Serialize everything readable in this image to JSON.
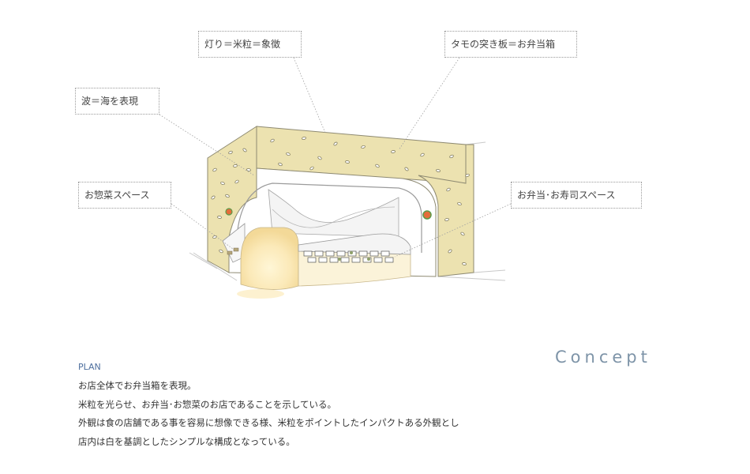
{
  "callouts": {
    "light_rice": "灯り＝米粒＝象徴",
    "tamo_board": "タモの突き板＝お弁当箱",
    "wave_sea": "波＝海を表現",
    "deli_space": "お惣菜スペース",
    "bento_sushi_space": "お弁当･お寿司スペース"
  },
  "concept": {
    "title": "Concept",
    "plan_label": "PLAN",
    "lines": [
      "お店全体でお弁当箱を表現。",
      "米粒を光らせ、お弁当･お惣菜のお店であることを示している。",
      "外観は食の店舗である事を容易に想像できる様、米粒をポイントしたインパクトある外観とし",
      "店内は白を基調としたシンプルな構成となっている。"
    ]
  },
  "colors": {
    "wall": "#ece2b0",
    "counter_glow": "#fbedc2",
    "title_color": "#7e94a8",
    "plan_label_color": "#4e6f9e",
    "leader_line": "#a0a0a0"
  }
}
